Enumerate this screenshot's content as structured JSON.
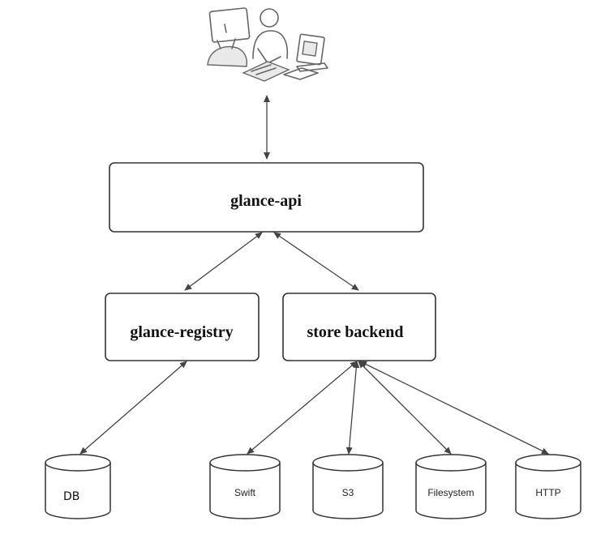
{
  "nodes": {
    "glance_api": "glance-api",
    "glance_registry": "glance-registry",
    "store_backend": "store backend"
  },
  "storages": {
    "db": "DB",
    "swift": "Swift",
    "s3": "S3",
    "filesystem": "Filesystem",
    "http": "HTTP"
  },
  "icons": {
    "users": "users-computers-icon"
  },
  "colors": {
    "stroke": "#333333",
    "background": "#ffffff",
    "arrow": "#444444"
  }
}
